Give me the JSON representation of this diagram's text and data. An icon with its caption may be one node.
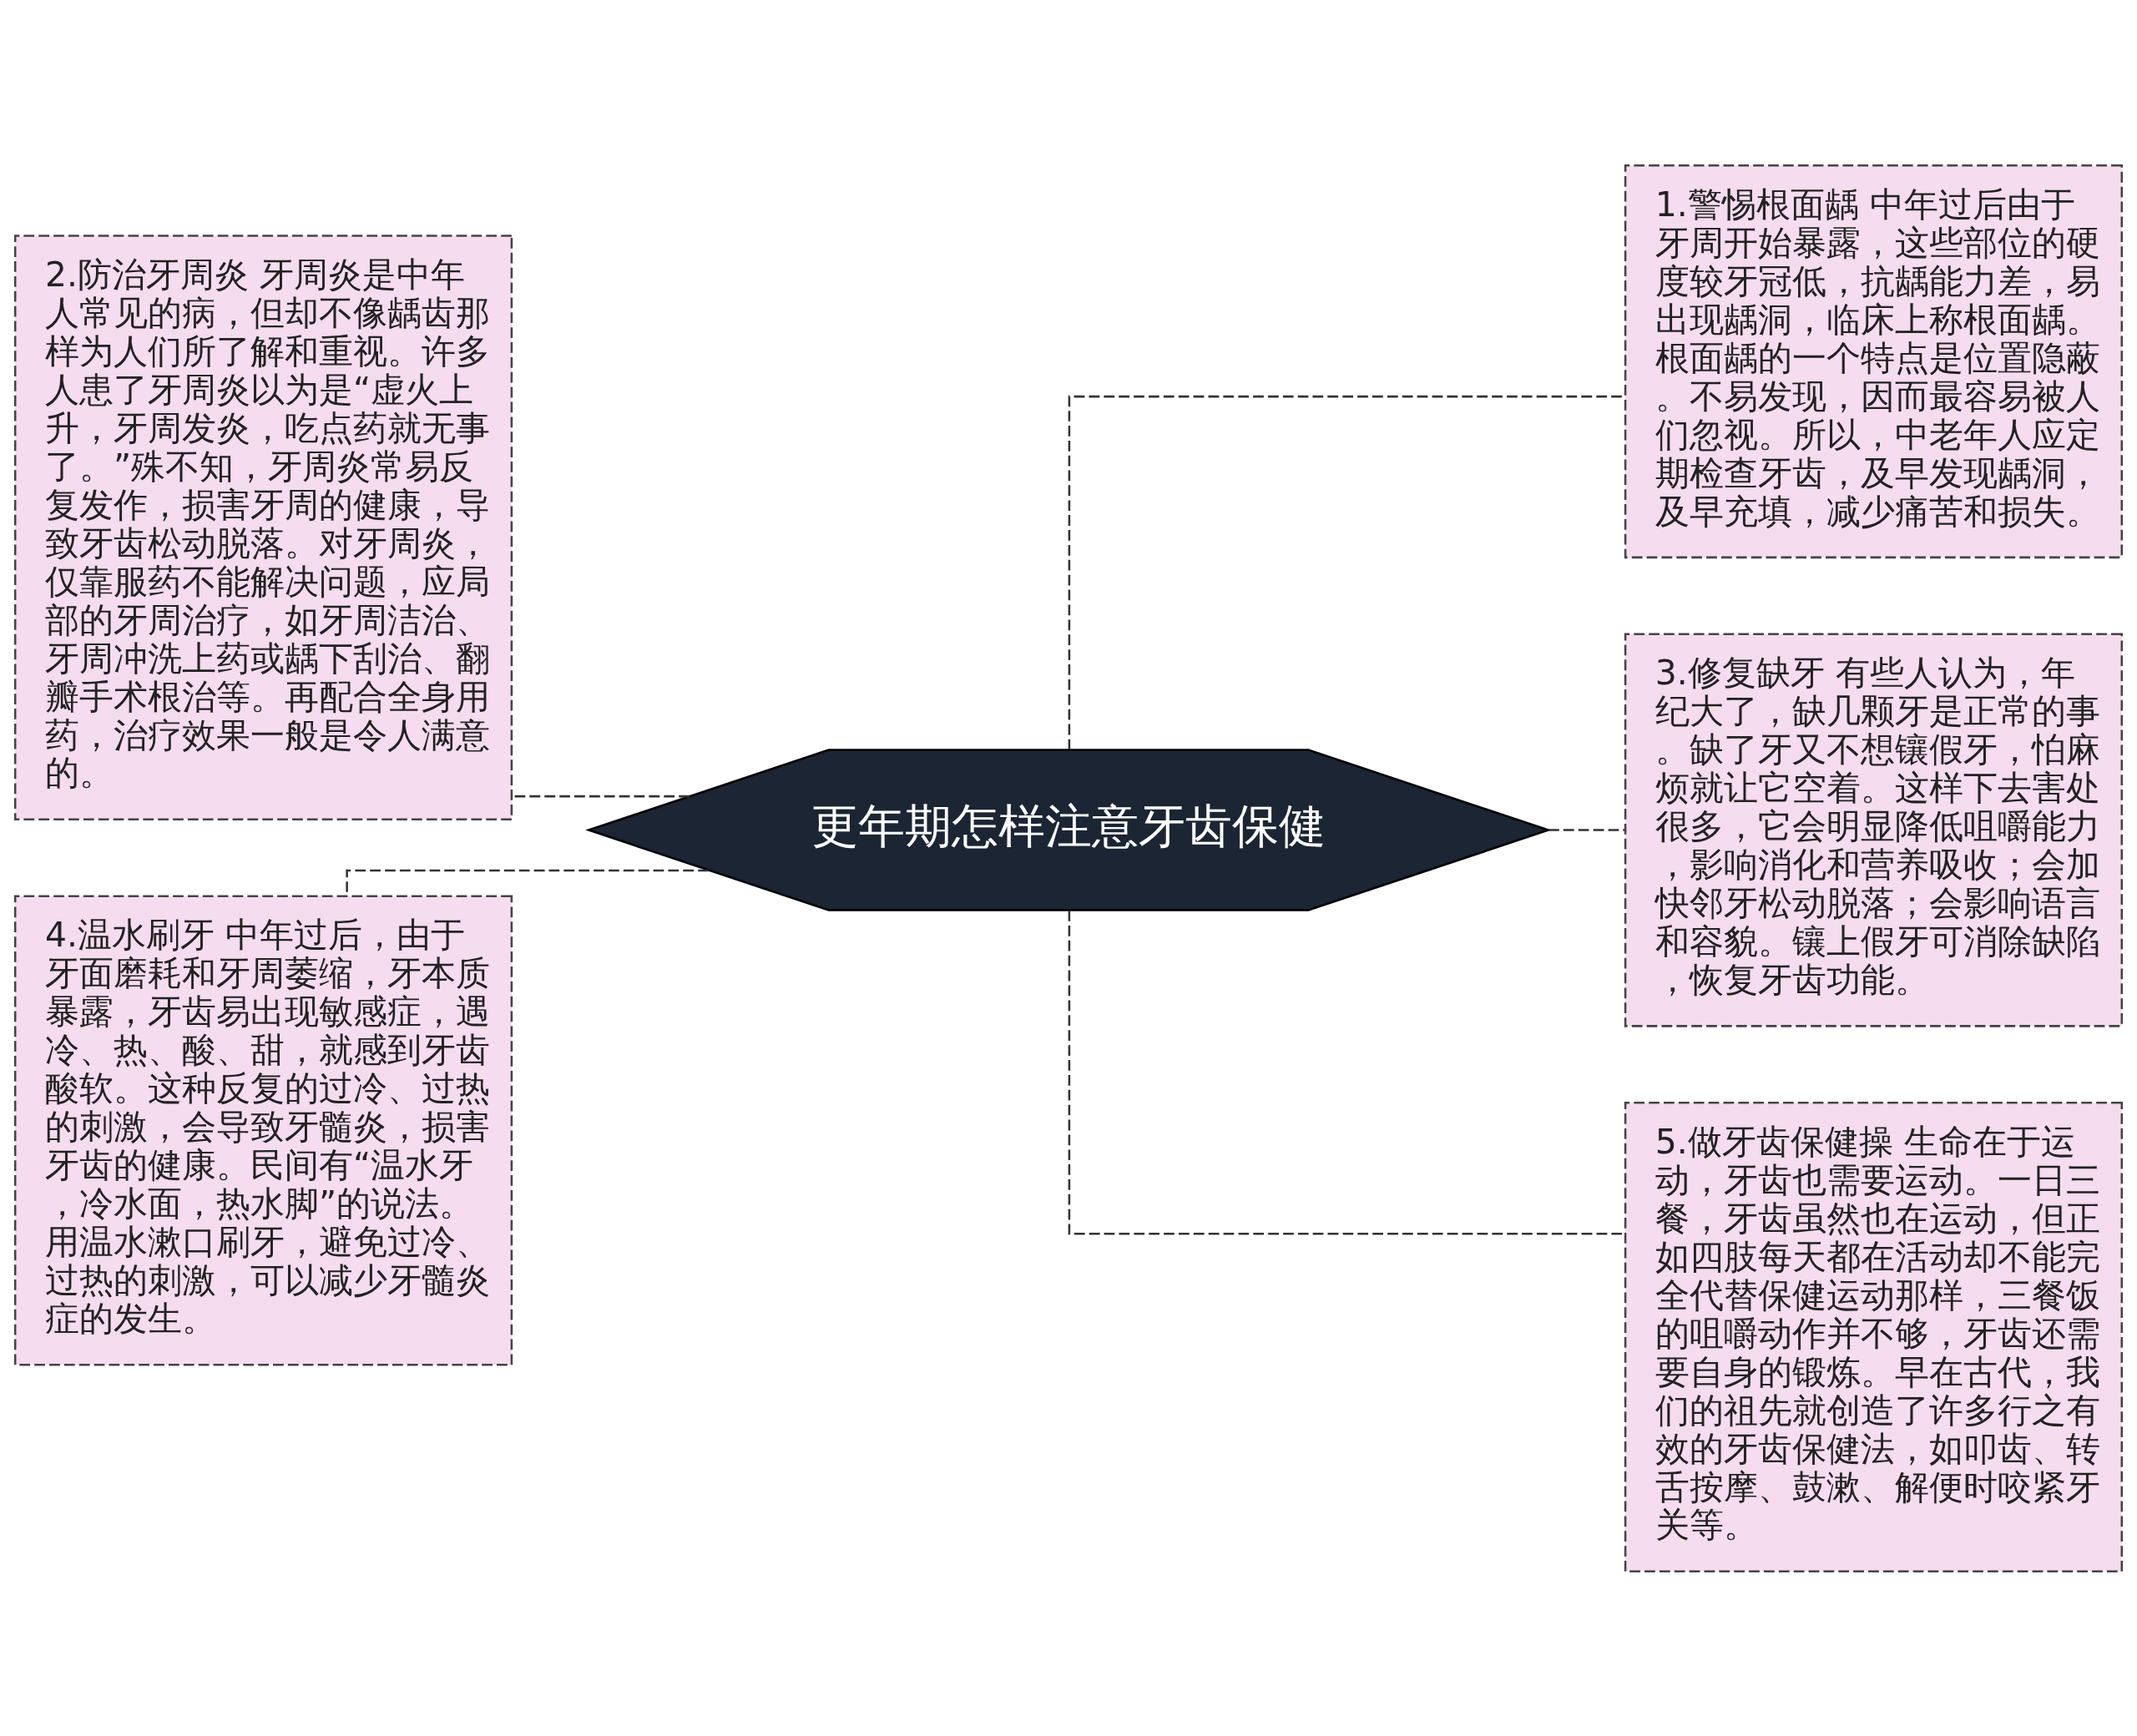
{
  "diagram": {
    "nodes": [
      {
        "text": [
          "更年期怎样注意牙齿保健"
        ]
      },
      {
        "text": [
          "1.警惕根面龋 中年过后由于牙周开始暴露，这些部位的硬度较牙冠低，抗龋能力差，易出现龋洞，临床上称根面龋。根面龋的一个特点是位置隐蔽。不易发现，因而最容易被人们忽视。所以，中老年人应定期检查牙齿，及早发现龋洞，及早充填，减少痛苦和损失。"
        ]
      },
      {
        "text": [
          "2.防治牙周炎 牙周炎是中年人常见的病，但却不像龋齿那样为人们所了解和重视。许多人患了牙周炎以为是“虚火上升，牙周发炎，吃点药就无事了。”殊不知，牙周炎常易反复发作，损害牙周的健康，导致牙齿松动脱落。对牙周炎，仅靠服药不能解决问题，应局部的牙周治疗，如牙周洁治、牙周冲洗上药或龋下刮治、翻瓣手术根治等。再配合全身用药，治疗效果一般是令人满意的。"
        ]
      },
      {
        "text": [
          "3.修复缺牙 有些人认为，年纪大了，缺几颗牙是正常的事。缺了牙又不想镶假牙，怕麻烦就让它空着。这样下去害处很多，它会明显降低咀嚼能力，影响消化和营养吸收；会加快邻牙松动脱落；会影响语言和容貌。镶上假牙可消除缺陷，恢复牙齿功能。"
        ]
      },
      {
        "text": [
          "4.温水刷牙 中年过后，由于牙面磨耗和牙周萎缩，牙本质暴露，牙齿易出现敏感症，遇冷、热、酸、甜，就感到牙齿酸软。这种反复的过冷、过热的刺激，会导致牙髓炎，损害牙齿的健康。民间有“温水牙，冷水面，热水脚”的说法。用温水漱口刷牙，避免过冷、过热的刺激，可以减少牙髓炎症的发生。"
        ]
      },
      {
        "text": [
          "5.做牙齿保健操 生命在于运动，牙齿也需要运动。一日三餐，牙齿虽然也在运动，但正如四肢每天都在活动却不能完全代替保健运动那样，三餐饭的咀嚼动作并不够，牙齿还需要自身的锻炼。早在古代，我们的祖先就创造了许多行之有效的牙齿保健法，如叩齿、转舌按摩、鼓漱、解便时咬紧牙关等。"
        ]
      }
    ],
    "edges": [
      {
        "from": 0,
        "to": 1,
        "arrow": "none",
        "style": "dashed"
      },
      {
        "from": 0,
        "to": 2,
        "arrow": "none",
        "style": "dashed"
      },
      {
        "from": 0,
        "to": 3,
        "arrow": "none",
        "style": "dashed"
      },
      {
        "from": 0,
        "to": 4,
        "arrow": "none",
        "style": "dashed"
      },
      {
        "from": 0,
        "to": 5,
        "arrow": "none",
        "style": "dashed"
      }
    ]
  }
}
